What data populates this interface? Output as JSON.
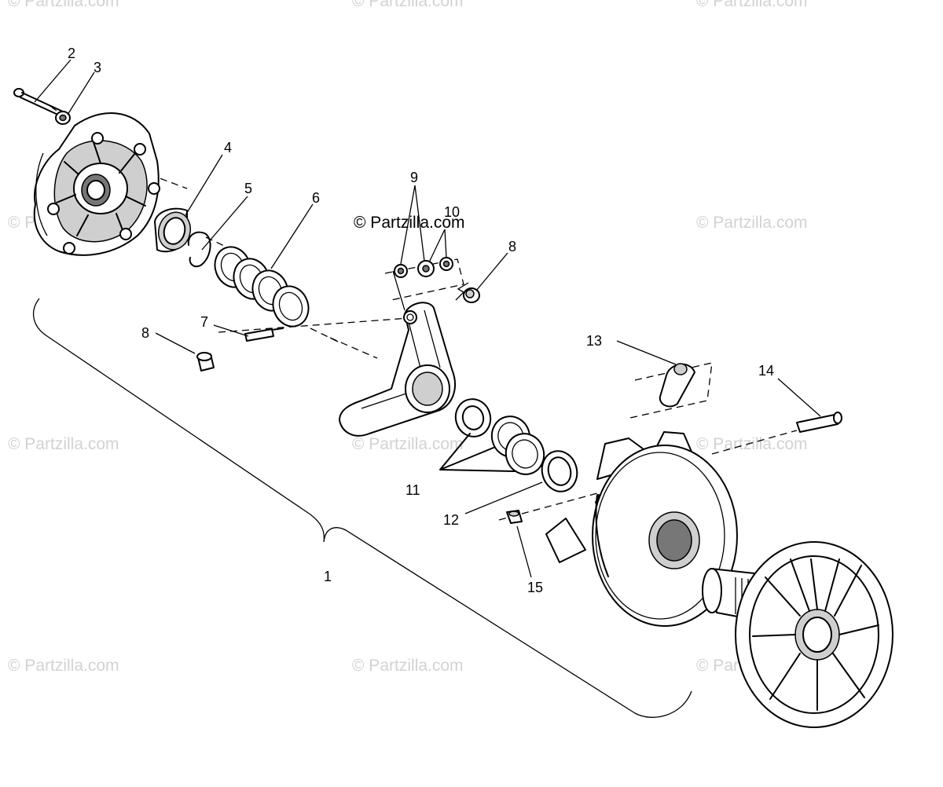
{
  "watermarks": {
    "center": "© Partzilla.com",
    "tiles": [
      "© Partzilla.com",
      "© Partzilla.com",
      "© Partzilla.com",
      "© Partzilla.com",
      "© Partzilla.com",
      "© Partzilla.com",
      "© Partzilla.com",
      "© Partzilla.com",
      "© Partzilla.com",
      "© Partzilla.com",
      "© Partzilla.com",
      "© Partzilla.com"
    ]
  },
  "callouts": [
    "1",
    "2",
    "3",
    "4",
    "5",
    "6",
    "7",
    "8",
    "8",
    "9",
    "10",
    "11",
    "12",
    "13",
    "14",
    "15"
  ],
  "colors": {
    "ink": "#000000",
    "background": "#ffffff",
    "watermark": "#d2d2d2",
    "fill": "#cfcfcf"
  }
}
